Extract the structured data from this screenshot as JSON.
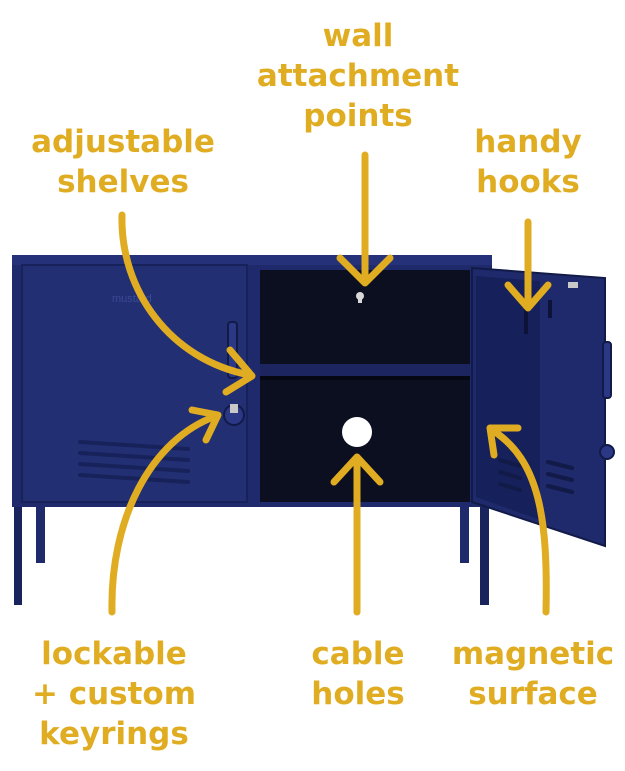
{
  "brand_text": "mustard",
  "labels": {
    "wall": [
      "wall",
      "attachment",
      "points"
    ],
    "shelves": [
      "adjustable",
      "shelves"
    ],
    "hooks": [
      "handy",
      "hooks"
    ],
    "lockable": [
      "lockable",
      "+ custom",
      "keyrings"
    ],
    "cable": [
      "cable",
      "holes"
    ],
    "magnetic": [
      "magnetic",
      "surface"
    ]
  },
  "colors": {
    "accent": "#e0ad22",
    "cabinet": "#1e2a6b",
    "interior": "#0c0f1f"
  }
}
